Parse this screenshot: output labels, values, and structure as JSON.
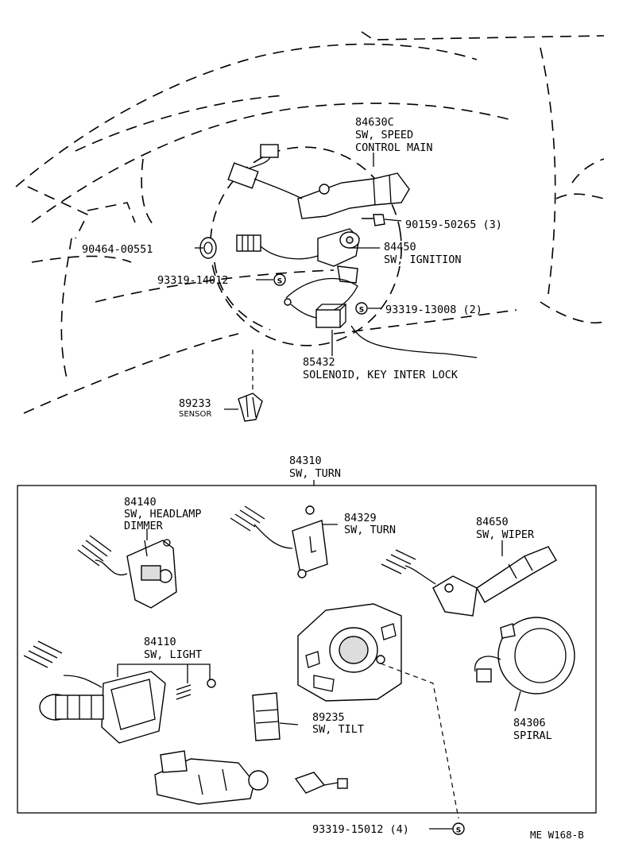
{
  "callouts": {
    "sw_speed_control": {
      "part_no": "84630C",
      "line1": "SW, SPEED",
      "line2": "CONTROL MAIN"
    },
    "bolt_90159": {
      "text": "90159-50265 (3)"
    },
    "clip_90464": {
      "text": "90464-00551"
    },
    "sw_ignition": {
      "part_no": "84450",
      "line1": "SW, IGNITION"
    },
    "screw_14012": {
      "text": "93319-14012"
    },
    "screw_13008": {
      "text": "93319-13008 (2)"
    },
    "solenoid": {
      "part_no": "85432",
      "line1": "SOLENOID, KEY INTER LOCK"
    },
    "sensor": {
      "part_no": "89233",
      "line1": "SENSOR"
    },
    "sw_turn_assy": {
      "part_no": "84310",
      "line1": "SW, TURN"
    },
    "sw_headlamp_dimmer": {
      "part_no": "84140",
      "line1": "SW, HEADLAMP",
      "line2": "DIMMER"
    },
    "sw_turn": {
      "part_no": "84329",
      "line1": "SW, TURN"
    },
    "sw_wiper": {
      "part_no": "84650",
      "line1": "SW, WIPER"
    },
    "sw_light": {
      "part_no": "84110",
      "line1": "SW, LIGHT"
    },
    "sw_tilt": {
      "part_no": "89235",
      "line1": "SW, TILT"
    },
    "spiral": {
      "part_no": "84306",
      "line1": "SPIRAL"
    },
    "screw_15012": {
      "text": "93319-15012 (4)"
    }
  },
  "symbols": {
    "s_mark": "S"
  },
  "footer": {
    "code": "ME W168-B"
  }
}
